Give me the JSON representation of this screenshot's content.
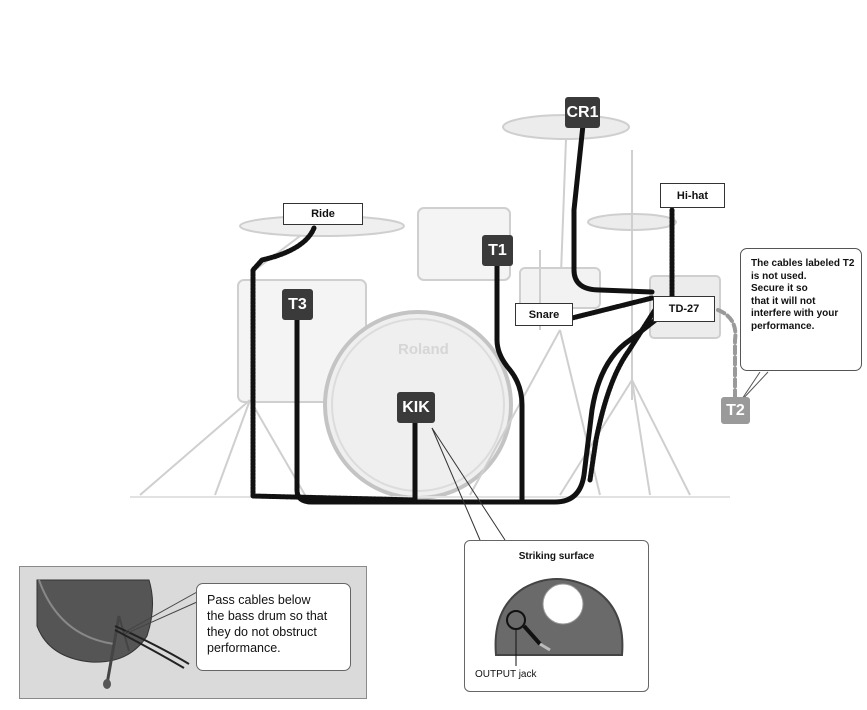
{
  "labels": {
    "ride": "Ride",
    "hihat": "Hi-hat",
    "snare": "Snare",
    "module": "TD-27",
    "cr1": "CR1",
    "t1": "T1",
    "t3": "T3",
    "kik": "KIK",
    "t2": "T2"
  },
  "brand": "Roland",
  "t2_note": {
    "lines": [
      "The cables labeled T2",
      "is not used.",
      "Secure it so",
      "that it will not",
      "interfere with your",
      "performance."
    ]
  },
  "cable_note": {
    "lines": [
      "Pass cables below",
      "the bass drum so that",
      "they do not obstruct",
      "performance."
    ]
  },
  "striking_panel": {
    "title": "Striking surface",
    "jack_label": "OUTPUT jack"
  },
  "colors": {
    "cable": "#111111",
    "tag_dark": "#3a3a3a",
    "tag_unused": "#9a9a9a",
    "kit_outline": "#c8c8c8",
    "inset_bg": "#dadada"
  }
}
